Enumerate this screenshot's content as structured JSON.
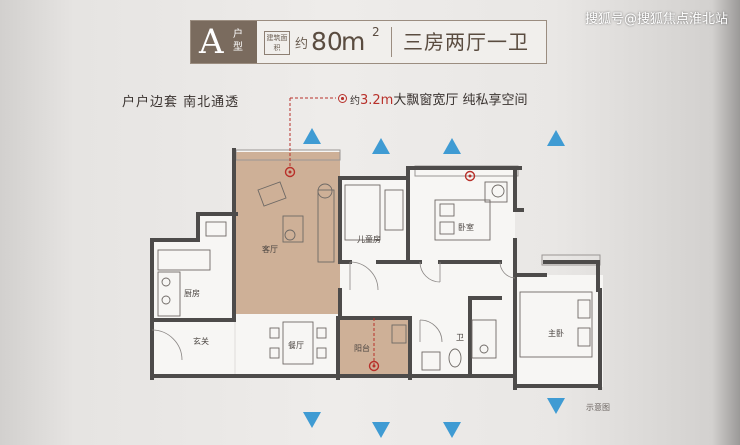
{
  "title": {
    "letter": "A",
    "type_label": "户型",
    "area_label": "建筑面积",
    "approx": "约",
    "area_value": "80",
    "area_unit": "m",
    "area_sup": "2",
    "layout": "三房两厅一卫"
  },
  "watermark": "搜狐号@搜狐焦点淮北站",
  "feature_left": "户户边套 南北通透",
  "feature_window": {
    "prefix": "约",
    "value": "3.2m",
    "text": "大飘窗宽厅 纯私享空间"
  },
  "rooms": {
    "living": "客厅",
    "kids": "儿童房",
    "bedroom": "卧室",
    "kitchen": "厨房",
    "entrance": "玄关",
    "dining": "餐厅",
    "balcony": "阳台",
    "bath": "卫",
    "master": "主卧"
  },
  "note": "示意图",
  "colors": {
    "highlight_fill": "#c9a98d",
    "wall": "#4d4b4a",
    "airflow": "#3f9bd3",
    "accent_red": "#b8302a",
    "badge_brown": "#7a6b5e"
  },
  "icons": [
    "airflow-arrow-icon",
    "window-marker-icon"
  ]
}
